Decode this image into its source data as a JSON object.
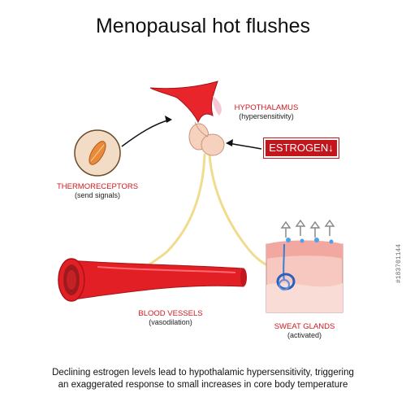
{
  "title": "Menopausal hot flushes",
  "hypothalamus": {
    "label": "HYPOTHALAMUS",
    "sub": "(hypersensitivity)"
  },
  "estrogen": {
    "label": "ESTROGEN",
    "arrow": "↓"
  },
  "thermoreceptors": {
    "label": "THERMORECEPTORS",
    "sub": "(send signals)"
  },
  "blood_vessels": {
    "label": "BLOOD VESSELS",
    "sub": "(vasodilation)"
  },
  "sweat_glands": {
    "label": "SWEAT GLANDS",
    "sub": "(activated)"
  },
  "caption": {
    "line1": "Declining estrogen levels lead to hypothalamic hypersensitivity, triggering",
    "line2": "an exaggerated response  to small increases in core body temperature"
  },
  "stock_id": "#183701144",
  "colors": {
    "red": "#d0191f",
    "nerve": "#f0dc8c",
    "skin": "#f3b9b0"
  }
}
